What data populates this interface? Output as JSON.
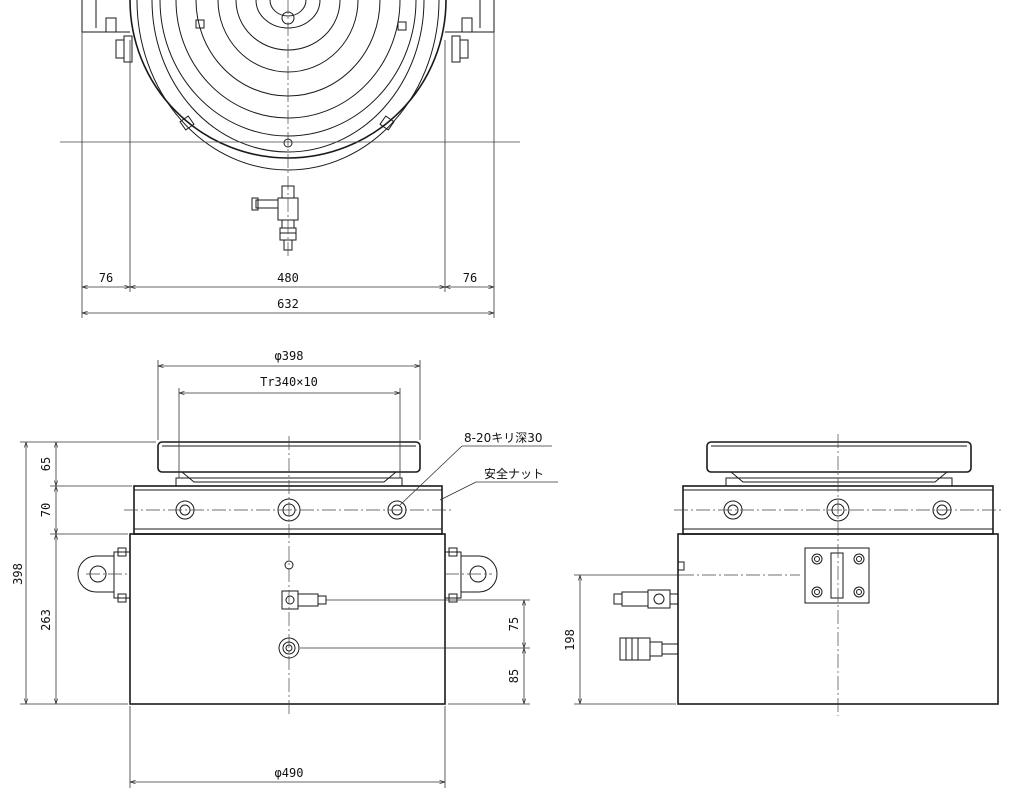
{
  "top_view": {
    "dims": {
      "left_flange": "76",
      "body_width": "480",
      "right_flange": "76",
      "overall_width": "632"
    }
  },
  "front_view": {
    "dims": {
      "saddle_dia": "φ398",
      "thread": "Tr340×10",
      "saddle_height": "65",
      "nut_height": "70",
      "overall_height": "398",
      "body_height": "263",
      "port_upper": "75",
      "port_lower": "85",
      "body_dia": "φ490"
    },
    "notes": {
      "holes": "8-20キリ深30",
      "safety_nut": "安全ナット"
    }
  },
  "side_view": {
    "dims": {
      "coupler_height": "198"
    }
  }
}
